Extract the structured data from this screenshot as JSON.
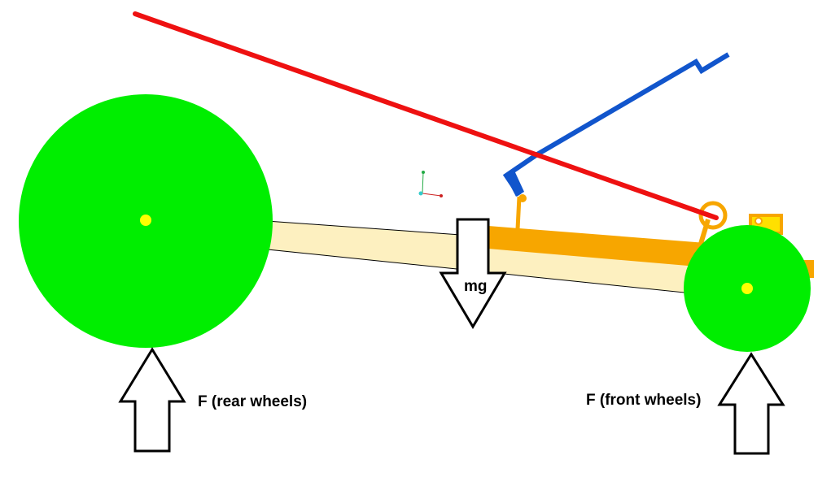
{
  "labels": {
    "weight": "mg",
    "rear_force": "F (rear wheels)",
    "front_force": "F (front wheels)"
  },
  "colors": {
    "wheel": "#00ee00",
    "hub": "#ffff00",
    "frame": "#fdf0c0",
    "chassis": "#f7a600",
    "red_line": "#ee1111",
    "blue_line": "#1155cc",
    "arrow_stroke": "#000000",
    "arrow_fill": "#ffffff"
  }
}
